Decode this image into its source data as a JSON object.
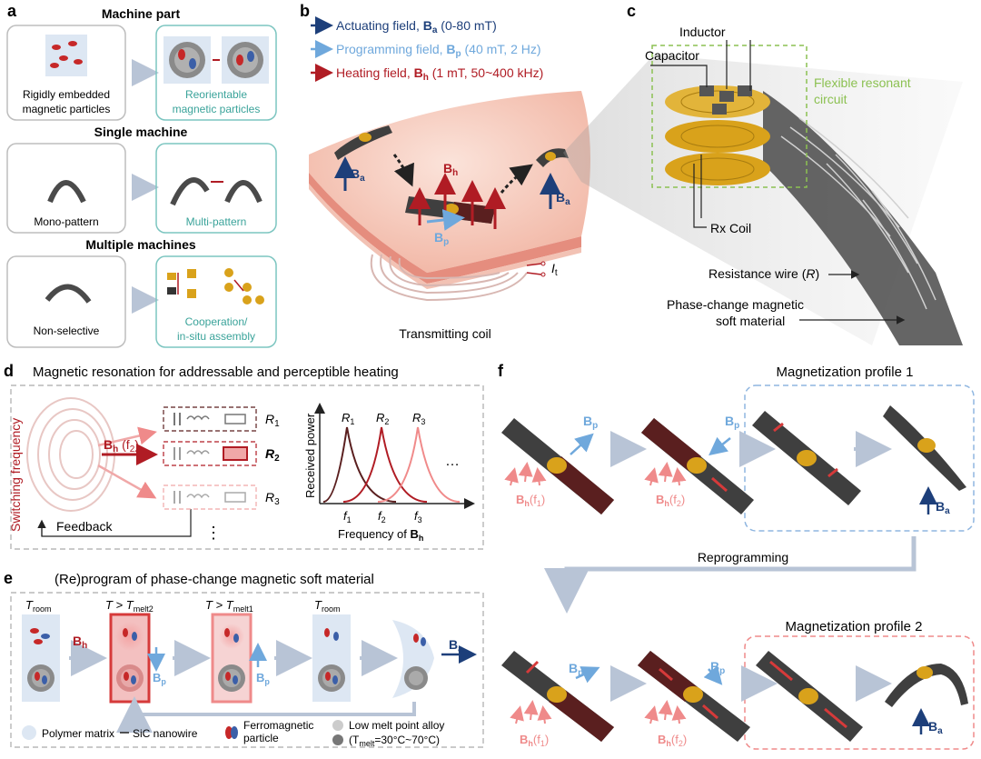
{
  "panels": {
    "a": {
      "letter": "a",
      "machine_part_title": "Machine part",
      "rigid_label_1": "Rigidly embedded",
      "rigid_label_2": "magnetic particles",
      "reorient_label_1": "Reorientable",
      "reorient_label_2": "magnetic particles",
      "single_machine_title": "Single machine",
      "mono_label": "Mono-pattern",
      "multi_label": "Multi-pattern",
      "multiple_machines_title": "Multiple machines",
      "nonselective_label": "Non-selective",
      "coop_label_1": "Cooperation/",
      "coop_label_2": "in-situ assembly"
    },
    "b": {
      "letter": "b",
      "actuating_text": "Actuating field, ",
      "actuating_sym": "B",
      "actuating_sub": "a",
      "actuating_range": " (0-80 mT)",
      "programming_text": "Programming field, ",
      "programming_sym": "B",
      "programming_sub": "p",
      "programming_range": " (40 mT, 2 Hz)",
      "heating_text": "Heating field, ",
      "heating_sym": "B",
      "heating_sub": "h",
      "heating_range": " (1 mT, 50~400 kHz)",
      "ba_label": "B",
      "ba_sub": "a",
      "bh_label": "B",
      "bh_sub": "h",
      "bp_label": "B",
      "bp_sub": "p",
      "it_label": "I",
      "it_sub": "t",
      "transmitting_coil": "Transmitting coil"
    },
    "c": {
      "letter": "c",
      "inductor": "Inductor",
      "capacitor": "Capacitor",
      "flexible_1": "Flexible resonant",
      "flexible_2": "circuit",
      "rx_coil": "Rx Coil",
      "resistance_wire": "Resistance wire (",
      "resistance_sym": "R",
      "resistance_close": ")",
      "phase_change_1": "Phase-change magnetic",
      "phase_change_2": "soft material"
    },
    "d": {
      "letter": "d",
      "title": "Magnetic resonation for addressable and perceptible heating",
      "switching": "Switching frequency",
      "bh_f2": "B",
      "bh_f2_sub": "h",
      "bh_f2_arg": " (f",
      "bh_f2_argsub": "2",
      "bh_f2_close": ")",
      "feedback": "Feedback",
      "r1": "R",
      "r1_sub": "1",
      "r2": "R",
      "r2_sub": "2",
      "r3": "R",
      "r3_sub": "3",
      "vdots": "⋮",
      "received_power": "Received power",
      "freq_of": "Frequency of ",
      "freq_sym": "B",
      "freq_sub": "h",
      "ellipsis": "…",
      "f1": "f",
      "f1_sub": "1",
      "f2": "f",
      "f2_sub": "2",
      "f3": "f",
      "f3_sub": "3"
    },
    "e": {
      "letter": "e",
      "title": "(Re)program of phase-change magnetic soft material",
      "troom": "T",
      "troom_sub": "room",
      "tmelt2": "T > T",
      "tmelt2_sub": "melt2",
      "tmelt1": "T > T",
      "tmelt1_sub": "melt1",
      "troom2": "T",
      "troom2_sub": "room",
      "bh": "B",
      "bh_sub": "h",
      "bp": "B",
      "bp_sub": "p",
      "bp2": "B",
      "bp2_sub": "p",
      "ba": "B",
      "ba_sub": "a",
      "legend_polymer": "Polymer matrix",
      "legend_sic": "SiC nanowire",
      "legend_ferro_1": "Ferromagnetic",
      "legend_ferro_2": "particle",
      "legend_alloy_1": "Low melt point alloy",
      "legend_alloy_2": "(T",
      "legend_alloy_sub": "melt",
      "legend_alloy_3": "=30°C~70°C)"
    },
    "f": {
      "letter": "f",
      "profile1": "Magnetization profile 1",
      "profile2": "Magnetization profile 2",
      "reprogramming": "Reprogramming",
      "bp": "B",
      "bp_sub": "p",
      "bh": "B",
      "bh_sub": "h",
      "f1": "(f",
      "f1_sub": "1",
      "f2": "(f",
      "f2_sub": "2",
      "close": ")",
      "ba": "B",
      "ba_sub": "a"
    }
  },
  "colors": {
    "navy": "#1d3f7a",
    "lightblue": "#6fa8dc",
    "red": "#b01c24",
    "pink": "#ef8a8a",
    "teal": "#7cc5c0",
    "gray_border": "#bdbdbd",
    "green_dash": "#8cc152",
    "gold": "#d9a21b",
    "dark_beam": "#3f3f3f"
  }
}
